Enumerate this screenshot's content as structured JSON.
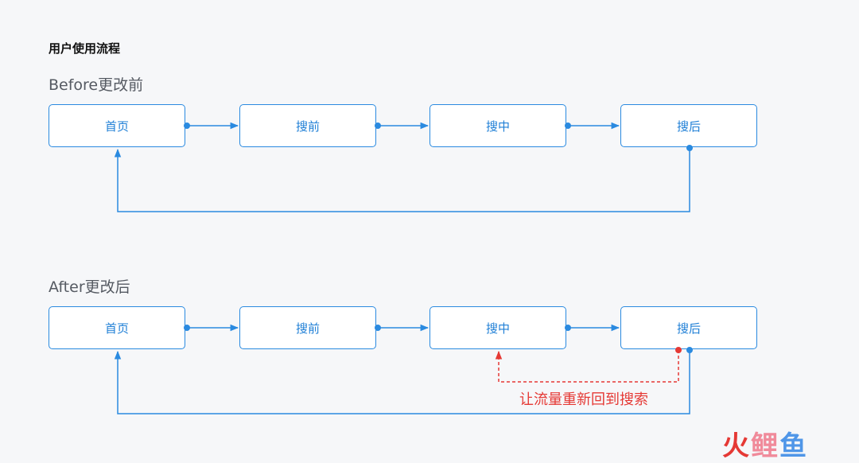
{
  "page": {
    "title": "用户使用流程"
  },
  "before": {
    "title": "Before更改前",
    "nodes": [
      "首页",
      "搜前",
      "搜中",
      "搜后"
    ]
  },
  "after": {
    "title": "After更改后",
    "nodes": [
      "首页",
      "搜前",
      "搜中",
      "搜后"
    ],
    "note": "让流量重新回到搜索"
  },
  "watermark": {
    "part1": "火",
    "part2": "鲤",
    "part3": "鱼"
  },
  "colors": {
    "flow_blue": "#2a8ae0",
    "note_red": "#e53935",
    "background": "#f6f7f9"
  }
}
